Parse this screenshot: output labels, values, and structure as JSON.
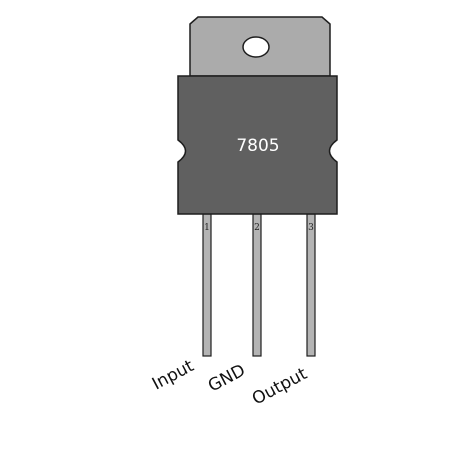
{
  "component": {
    "label": "7805",
    "colors": {
      "heatsink_tab": "#ababab",
      "body": "#606060",
      "lead": "#b4b4b4",
      "outline": "#1e1e1e"
    }
  },
  "pins": [
    {
      "number": "1",
      "name": "Input"
    },
    {
      "number": "2",
      "name": "GND"
    },
    {
      "number": "3",
      "name": "Output"
    }
  ]
}
